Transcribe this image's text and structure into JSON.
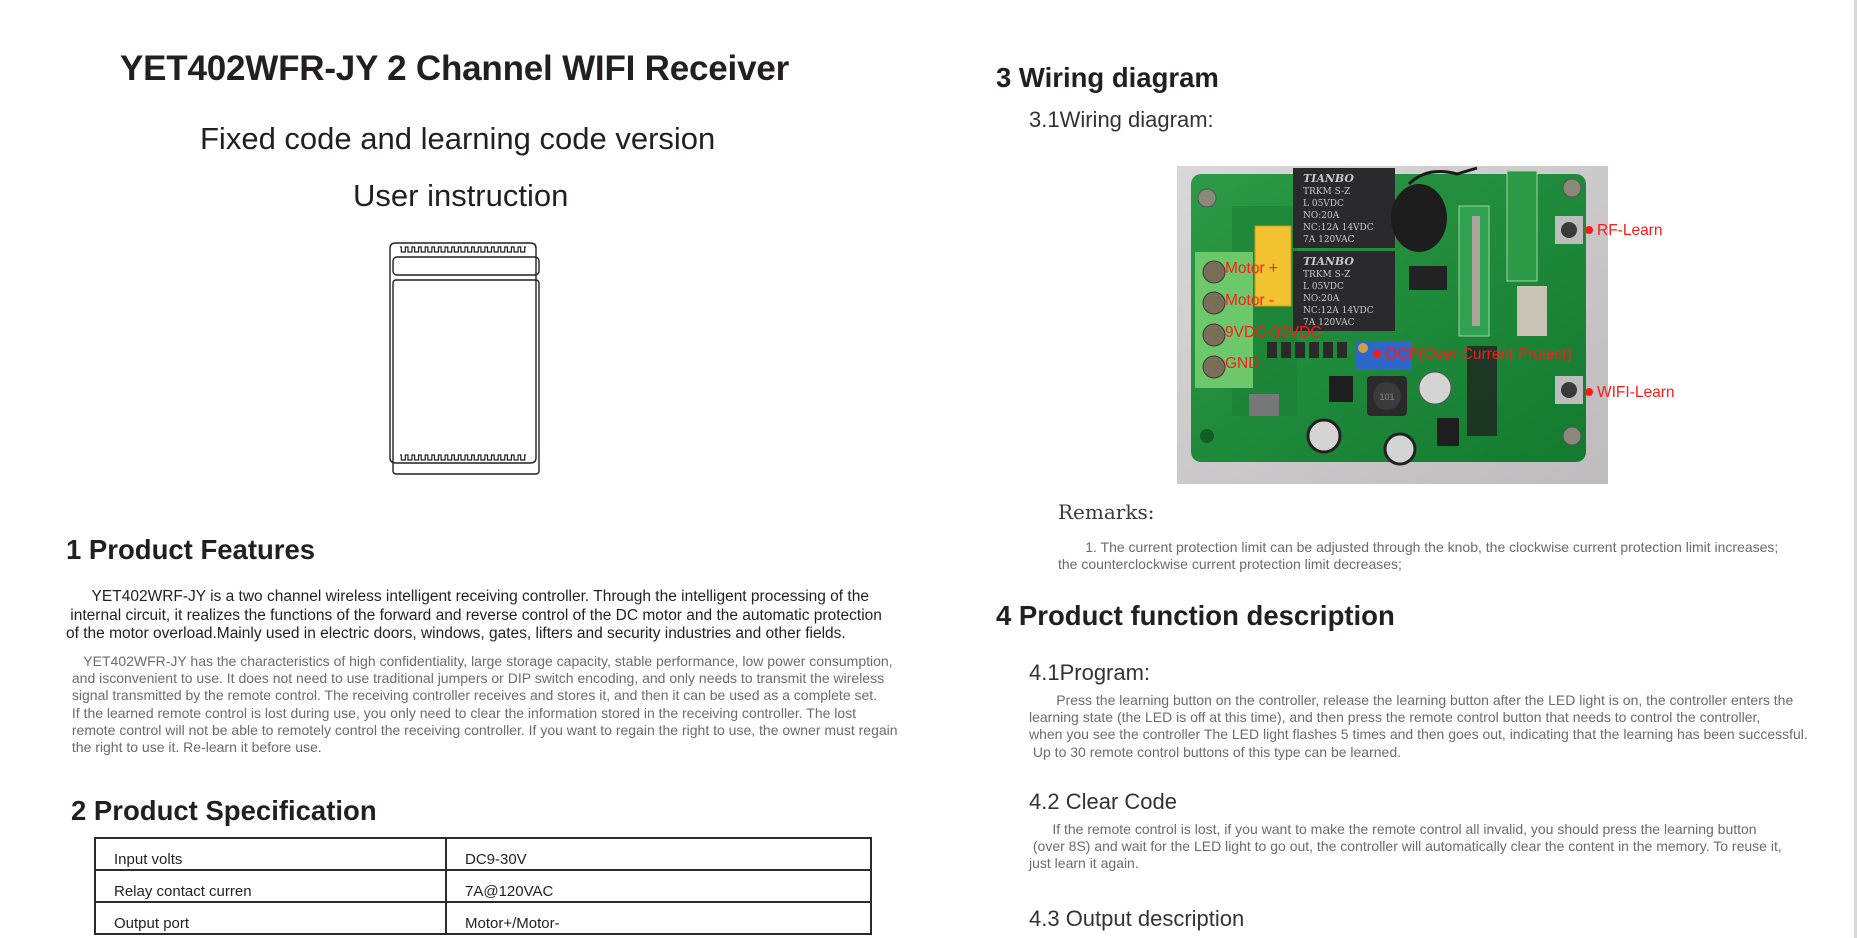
{
  "left_page": {
    "title": "YET402WFR-JY 2 Channel WIFI Receiver",
    "subtitle": "Fixed code and learning code version",
    "subtitle2": "User instruction",
    "section1": {
      "heading": "1 Product Features",
      "para1": [
        "      YET402WRF-JY is a two channel wireless intelligent receiving controller. Through the intelligent processing of the",
        " internal circuit, it realizes the functions of the forward and reverse control of the DC motor and the automatic protection",
        "of the motor overload.Mainly used in electric doors, windows, gates, lifters and security industries and other fields."
      ],
      "para2": [
        "    YET402WFR-JY has the characteristics of high confidentiality, large storage capacity, stable performance, low power consumption,",
        " and isconvenient to use. It does not need to use traditional jumpers or DIP switch encoding, and only needs to transmit the wireless",
        " signal transmitted by the remote control. The receiving controller receives and stores it, and then it can be used as a complete set.",
        " If the learned remote control is lost during use, you only need to clear the information stored in the receiving controller. The lost",
        " remote control will not be able to remotely control the receiving controller. If you want to regain the right to use, the owner must regain",
        " the right to use it. Re-learn it before use."
      ]
    },
    "section2": {
      "heading": "2 Product Specification",
      "table": [
        {
          "label": "Input volts",
          "value": "DC9-30V"
        },
        {
          "label": "Relay contact curren",
          "value": "7A@120VAC"
        },
        {
          "label": "Output port",
          "value": "Motor+/Motor-"
        }
      ]
    }
  },
  "right_page": {
    "section3": {
      "heading": "3 Wiring diagram",
      "subheading": "3.1Wiring diagram:",
      "photo_labels": {
        "motor_plus": "Motor +",
        "motor_minus": "Motor -",
        "power": "9VDC-30VDC",
        "gnd": "GND",
        "ocp": "OCP(Over Current Protect)",
        "rf_learn": "RF-Learn",
        "wifi_learn": "WIFI-Learn"
      },
      "relay_text": [
        "TIANBO",
        "TRKM  S-Z",
        "L 05VDC",
        "NO:20A",
        "NC:12A 14VDC",
        "7A 120VAC"
      ],
      "inductor_text": "101",
      "remarks_title": "Remarks:",
      "remarks": [
        "       1. The current protection limit can be adjusted through the knob, the clockwise current protection limit increases;",
        "the counterclockwise current protection limit decreases;"
      ]
    },
    "section4": {
      "heading": "4 Product function description",
      "program": {
        "heading": "4.1Program:",
        "lines": [
          "       Press the learning button on the controller, release the learning button after the LED light is on, the controller enters the",
          "learning state (the LED is off at this time), and then press the remote control button that needs to control the controller,",
          "when you see the controller The LED light flashes 5 times and then goes out, indicating that the learning has been successful.",
          " Up to 30 remote control buttons of this type can be learned."
        ]
      },
      "clear_code": {
        "heading": "4.2 Clear Code",
        "lines": [
          "      If the remote control is lost, if you want to make the remote control all invalid, you should press the learning button",
          " (over 8S) and wait for the LED light to go out, the controller will automatically clear the content in the memory. To reuse it,",
          "just learn it again."
        ]
      },
      "output": {
        "heading": "4.3 Output description"
      }
    }
  },
  "colors": {
    "label_red": "#ff1a1a",
    "pcb_green": "#1f8a3a",
    "text_dark": "#231f20",
    "text_gray": "#6b6b6b"
  }
}
